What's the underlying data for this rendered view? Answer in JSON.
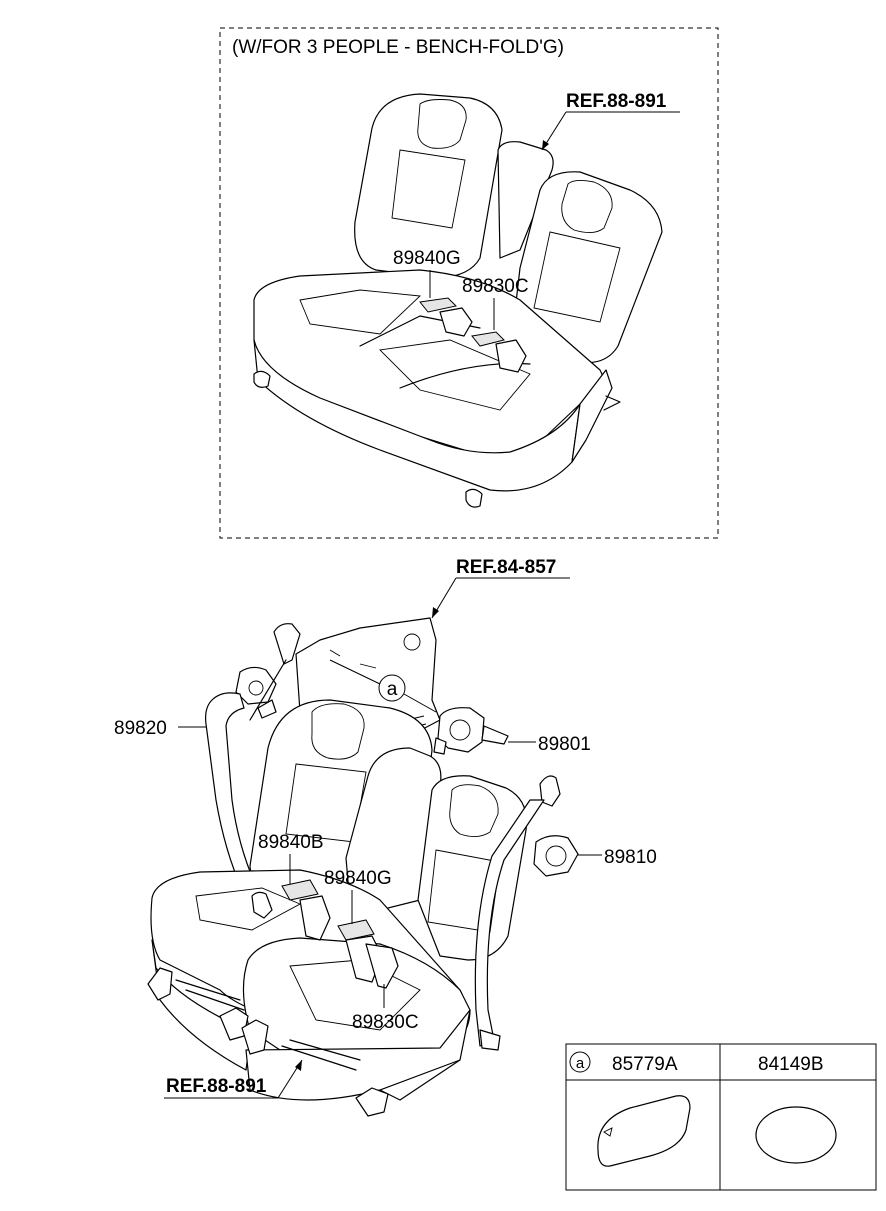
{
  "inset": {
    "title": "(W/FOR 3 PEOPLE - BENCH-FOLD'G)"
  },
  "refs": {
    "inset_seat": "REF.88-891",
    "trim": "REF.84-857",
    "seat_bottom": "REF.88-891"
  },
  "parts": {
    "inset_buckle": "89840G",
    "inset_buckle_c": "89830C",
    "belt_left": "89820",
    "retractor_center": "89801",
    "retractor_right": "89810",
    "buckle_b": "89840B",
    "buckle_g": "89840G",
    "buckle_c": "89830C"
  },
  "callout": {
    "marker": "a"
  },
  "legend": {
    "marker": "a",
    "col1_part": "85779A",
    "col2_part": "84149B"
  }
}
